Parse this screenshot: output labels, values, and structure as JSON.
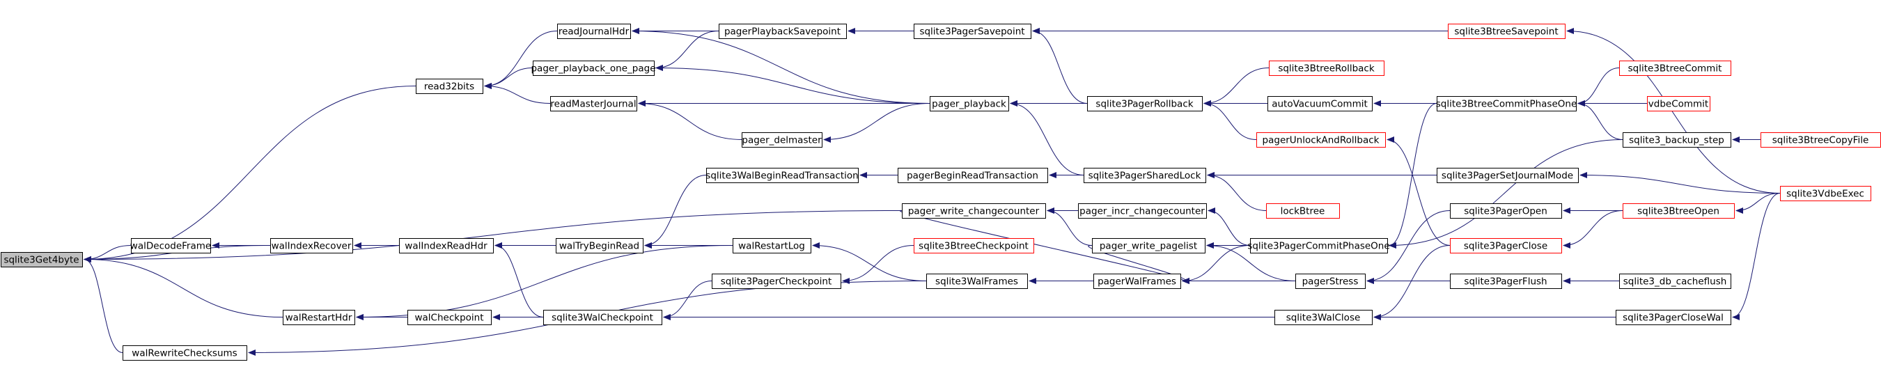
{
  "graph": {
    "nodes": [
      {
        "id": "sqlite3Get4byte",
        "label": "sqlite3Get4byte",
        "style": "root"
      },
      {
        "id": "read32bits",
        "label": "read32bits",
        "style": "normal"
      },
      {
        "id": "walDecodeFrame",
        "label": "walDecodeFrame",
        "style": "normal"
      },
      {
        "id": "walIndexRecover",
        "label": "walIndexRecover",
        "style": "normal"
      },
      {
        "id": "walRestartHdr",
        "label": "walRestartHdr",
        "style": "normal"
      },
      {
        "id": "walRewriteChecksums",
        "label": "walRewriteChecksums",
        "style": "normal"
      },
      {
        "id": "readJournalHdr",
        "label": "readJournalHdr",
        "style": "normal"
      },
      {
        "id": "pager_playback_one_page",
        "label": "pager_playback_one_page",
        "style": "normal"
      },
      {
        "id": "readMasterJournal",
        "label": "readMasterJournal",
        "style": "normal"
      },
      {
        "id": "pagerPlaybackSavepoint",
        "label": "pagerPlaybackSavepoint",
        "style": "normal"
      },
      {
        "id": "pager_delmaster",
        "label": "pager_delmaster",
        "style": "normal"
      },
      {
        "id": "sqlite3PagerSavepoint",
        "label": "sqlite3PagerSavepoint",
        "style": "normal"
      },
      {
        "id": "pager_playback",
        "label": "pager_playback",
        "style": "normal"
      },
      {
        "id": "sqlite3PagerRollback",
        "label": "sqlite3PagerRollback",
        "style": "normal"
      },
      {
        "id": "sqlite3BtreeSavepoint",
        "label": "sqlite3BtreeSavepoint",
        "style": "red"
      },
      {
        "id": "sqlite3BtreeRollback",
        "label": "sqlite3BtreeRollback",
        "style": "red"
      },
      {
        "id": "autoVacuumCommit",
        "label": "autoVacuumCommit",
        "style": "normal"
      },
      {
        "id": "pagerUnlockAndRollback",
        "label": "pagerUnlockAndRollback",
        "style": "red"
      },
      {
        "id": "sqlite3BtreeCommitPhaseOne",
        "label": "sqlite3BtreeCommitPhaseOne",
        "style": "normal"
      },
      {
        "id": "sqlite3BtreeCommit",
        "label": "sqlite3BtreeCommit",
        "style": "red"
      },
      {
        "id": "vdbeCommit",
        "label": "vdbeCommit",
        "style": "red"
      },
      {
        "id": "sqlite3_backup_step",
        "label": "sqlite3_backup_step",
        "style": "normal"
      },
      {
        "id": "sqlite3BtreeCopyFile",
        "label": "sqlite3BtreeCopyFile",
        "style": "red"
      },
      {
        "id": "sqlite3VdbeExec",
        "label": "sqlite3VdbeExec",
        "style": "red"
      },
      {
        "id": "sqlite3WalBeginReadTransaction",
        "label": "sqlite3WalBeginReadTransaction",
        "style": "normal"
      },
      {
        "id": "pagerBeginReadTransaction",
        "label": "pagerBeginReadTransaction",
        "style": "normal"
      },
      {
        "id": "sqlite3PagerSharedLock",
        "label": "sqlite3PagerSharedLock",
        "style": "normal"
      },
      {
        "id": "sqlite3PagerSetJournalMode",
        "label": "sqlite3PagerSetJournalMode",
        "style": "normal"
      },
      {
        "id": "lockBtree",
        "label": "lockBtree",
        "style": "red"
      },
      {
        "id": "pager_write_changecounter",
        "label": "pager_write_changecounter",
        "style": "normal"
      },
      {
        "id": "pager_incr_changecounter",
        "label": "pager_incr_changecounter",
        "style": "normal"
      },
      {
        "id": "pager_write_pagelist",
        "label": "pager_write_pagelist",
        "style": "normal"
      },
      {
        "id": "sqlite3PagerCommitPhaseOne",
        "label": "sqlite3PagerCommitPhaseOne",
        "style": "normal"
      },
      {
        "id": "sqlite3PagerOpen",
        "label": "sqlite3PagerOpen",
        "style": "normal"
      },
      {
        "id": "sqlite3BtreeOpen",
        "label": "sqlite3BtreeOpen",
        "style": "red"
      },
      {
        "id": "sqlite3PagerClose",
        "label": "sqlite3PagerClose",
        "style": "red"
      },
      {
        "id": "walIndexReadHdr",
        "label": "walIndexReadHdr",
        "style": "normal"
      },
      {
        "id": "walTryBeginRead",
        "label": "walTryBeginRead",
        "style": "normal"
      },
      {
        "id": "walRestartLog",
        "label": "walRestartLog",
        "style": "normal"
      },
      {
        "id": "sqlite3BtreeCheckpoint",
        "label": "sqlite3BtreeCheckpoint",
        "style": "red"
      },
      {
        "id": "sqlite3PagerCheckpoint",
        "label": "sqlite3PagerCheckpoint",
        "style": "normal"
      },
      {
        "id": "sqlite3WalFrames",
        "label": "sqlite3WalFrames",
        "style": "normal"
      },
      {
        "id": "pagerWalFrames",
        "label": "pagerWalFrames",
        "style": "normal"
      },
      {
        "id": "pagerStress",
        "label": "pagerStress",
        "style": "normal"
      },
      {
        "id": "sqlite3PagerFlush",
        "label": "sqlite3PagerFlush",
        "style": "normal"
      },
      {
        "id": "sqlite3_db_cacheflush",
        "label": "sqlite3_db_cacheflush",
        "style": "normal"
      },
      {
        "id": "walCheckpoint",
        "label": "walCheckpoint",
        "style": "normal"
      },
      {
        "id": "sqlite3WalCheckpoint",
        "label": "sqlite3WalCheckpoint",
        "style": "normal"
      },
      {
        "id": "sqlite3WalClose",
        "label": "sqlite3WalClose",
        "style": "normal"
      },
      {
        "id": "sqlite3PagerCloseWal",
        "label": "sqlite3PagerCloseWal",
        "style": "normal"
      }
    ],
    "edges": [
      [
        "read32bits",
        "sqlite3Get4byte"
      ],
      [
        "walDecodeFrame",
        "sqlite3Get4byte"
      ],
      [
        "walIndexRecover",
        "sqlite3Get4byte"
      ],
      [
        "walRestartHdr",
        "sqlite3Get4byte"
      ],
      [
        "walRewriteChecksums",
        "sqlite3Get4byte"
      ],
      [
        "pager_write_changecounter",
        "sqlite3Get4byte"
      ],
      [
        "readJournalHdr",
        "read32bits"
      ],
      [
        "pager_playback_one_page",
        "read32bits"
      ],
      [
        "readMasterJournal",
        "read32bits"
      ],
      [
        "pagerPlaybackSavepoint",
        "readJournalHdr"
      ],
      [
        "pager_playback",
        "readJournalHdr"
      ],
      [
        "pagerPlaybackSavepoint",
        "pager_playback_one_page"
      ],
      [
        "pager_playback",
        "pager_playback_one_page"
      ],
      [
        "pager_playback",
        "readMasterJournal"
      ],
      [
        "pager_delmaster",
        "readMasterJournal"
      ],
      [
        "pager_playback",
        "pager_delmaster"
      ],
      [
        "sqlite3PagerSavepoint",
        "pagerPlaybackSavepoint"
      ],
      [
        "sqlite3BtreeSavepoint",
        "sqlite3PagerSavepoint"
      ],
      [
        "sqlite3PagerRollback",
        "sqlite3PagerSavepoint"
      ],
      [
        "sqlite3PagerRollback",
        "pager_playback"
      ],
      [
        "sqlite3PagerSharedLock",
        "pager_playback"
      ],
      [
        "sqlite3BtreeRollback",
        "sqlite3PagerRollback"
      ],
      [
        "autoVacuumCommit",
        "sqlite3PagerRollback"
      ],
      [
        "pagerUnlockAndRollback",
        "sqlite3PagerRollback"
      ],
      [
        "sqlite3BtreeCommitPhaseOne",
        "autoVacuumCommit"
      ],
      [
        "sqlite3PagerClose",
        "pagerUnlockAndRollback"
      ],
      [
        "sqlite3BtreeCommit",
        "sqlite3BtreeCommitPhaseOne"
      ],
      [
        "vdbeCommit",
        "sqlite3BtreeCommitPhaseOne"
      ],
      [
        "sqlite3_backup_step",
        "sqlite3BtreeCommitPhaseOne"
      ],
      [
        "sqlite3BtreeCopyFile",
        "sqlite3_backup_step"
      ],
      [
        "sqlite3VdbeExec",
        "sqlite3BtreeSavepoint"
      ],
      [
        "pagerBeginReadTransaction",
        "sqlite3WalBeginReadTransaction"
      ],
      [
        "sqlite3PagerSharedLock",
        "pagerBeginReadTransaction"
      ],
      [
        "sqlite3PagerSetJournalMode",
        "sqlite3PagerSharedLock"
      ],
      [
        "lockBtree",
        "sqlite3PagerSharedLock"
      ],
      [
        "sqlite3VdbeExec",
        "sqlite3PagerSetJournalMode"
      ],
      [
        "sqlite3BtreeOpen",
        "sqlite3PagerOpen"
      ],
      [
        "sqlite3VdbeExec",
        "sqlite3BtreeOpen"
      ],
      [
        "sqlite3BtreeOpen",
        "sqlite3PagerClose"
      ],
      [
        "walIndexRecover",
        "walDecodeFrame"
      ],
      [
        "walIndexReadHdr",
        "walIndexRecover"
      ],
      [
        "walTryBeginRead",
        "walIndexReadHdr"
      ],
      [
        "sqlite3WalBeginReadTransaction",
        "walTryBeginRead"
      ],
      [
        "walRestartLog",
        "walTryBeginRead"
      ],
      [
        "sqlite3WalFrames",
        "walRestartLog"
      ],
      [
        "sqlite3WalCheckpoint",
        "walIndexReadHdr"
      ],
      [
        "walCheckpoint",
        "walRestartHdr"
      ],
      [
        "walRestartLog",
        "walRestartHdr"
      ],
      [
        "sqlite3WalCheckpoint",
        "walCheckpoint"
      ],
      [
        "sqlite3PagerCheckpoint",
        "sqlite3WalCheckpoint"
      ],
      [
        "sqlite3WalClose",
        "sqlite3WalCheckpoint"
      ],
      [
        "sqlite3BtreeCheckpoint",
        "sqlite3PagerCheckpoint"
      ],
      [
        "sqlite3WalFrames",
        "walRewriteChecksums"
      ],
      [
        "pagerWalFrames",
        "sqlite3WalFrames"
      ],
      [
        "pager_write_changecounter",
        "pagerWalFrames"
      ],
      [
        "pager_write_pagelist",
        "pagerWalFrames"
      ],
      [
        "pager_incr_changecounter",
        "pager_write_changecounter"
      ],
      [
        "pager_write_pagelist",
        "pager_write_changecounter"
      ],
      [
        "sqlite3PagerCommitPhaseOne",
        "pager_incr_changecounter"
      ],
      [
        "sqlite3PagerCommitPhaseOne",
        "pager_write_pagelist"
      ],
      [
        "pagerStress",
        "pager_write_pagelist"
      ],
      [
        "sqlite3PagerCommitPhaseOne",
        "pagerWalFrames"
      ],
      [
        "pagerStress",
        "pagerWalFrames"
      ],
      [
        "sqlite3BtreeCommitPhaseOne",
        "sqlite3PagerCommitPhaseOne"
      ],
      [
        "sqlite3_backup_step",
        "sqlite3PagerCommitPhaseOne"
      ],
      [
        "sqlite3PagerOpen",
        "pagerStress"
      ],
      [
        "sqlite3PagerFlush",
        "pagerStress"
      ],
      [
        "sqlite3_db_cacheflush",
        "sqlite3PagerFlush"
      ],
      [
        "sqlite3PagerClose",
        "sqlite3WalClose"
      ],
      [
        "sqlite3PagerCloseWal",
        "sqlite3WalClose"
      ],
      [
        "sqlite3VdbeExec",
        "sqlite3PagerCloseWal"
      ]
    ]
  },
  "colors": {
    "edge": "#191970",
    "node_border": "#000000",
    "red_border": "#ff0000",
    "root_fill": "#bfbfbf",
    "node_fill": "#ffffff",
    "text": "#000000"
  }
}
